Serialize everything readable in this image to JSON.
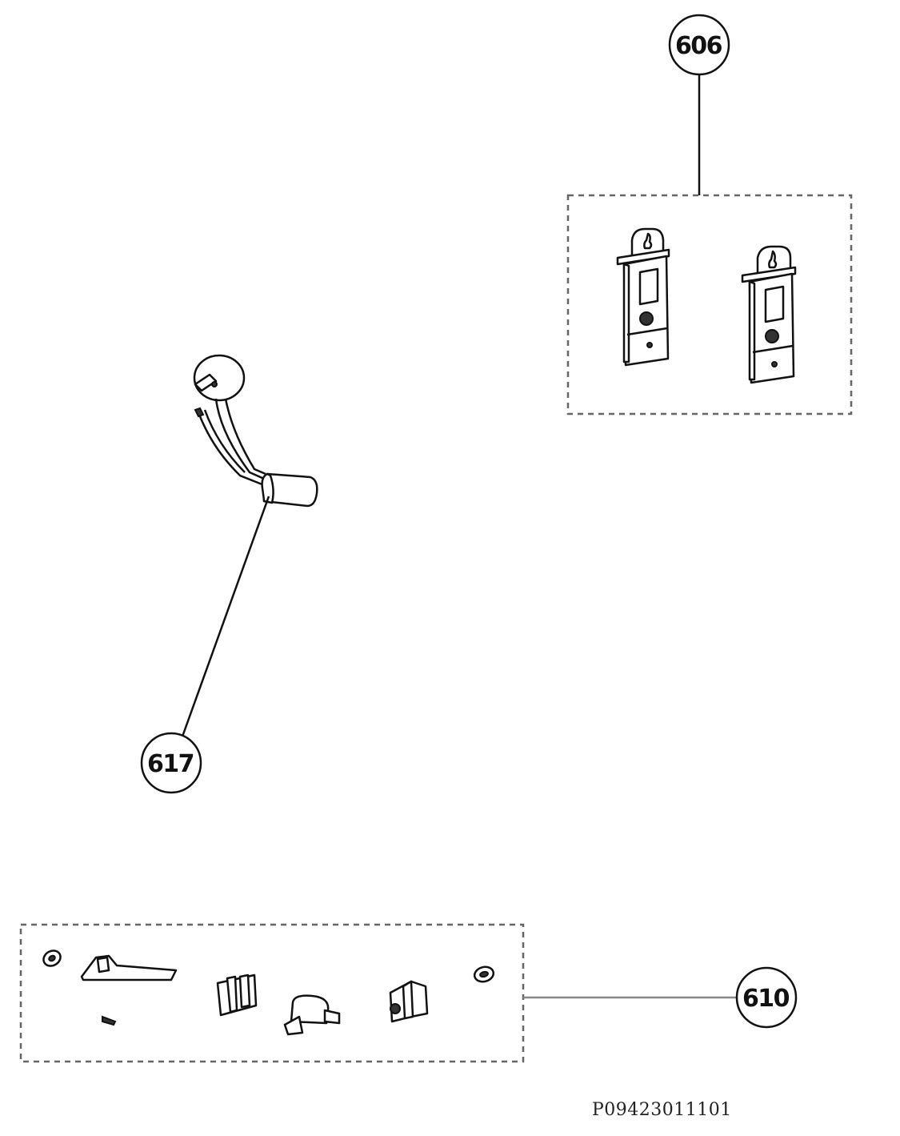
{
  "callouts": {
    "c606": "606",
    "c617": "617",
    "c610": "610"
  },
  "reference": {
    "code": "P09423011101"
  },
  "colors": {
    "line": "#111111",
    "dashed_box": "#666666",
    "background": "#ffffff"
  }
}
